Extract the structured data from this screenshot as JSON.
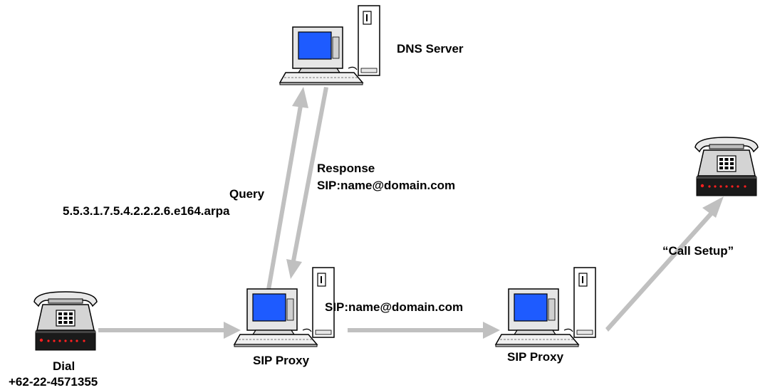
{
  "nodes": {
    "dns_server": {
      "label": "DNS Server"
    },
    "sip_proxy_1": {
      "label": "SIP Proxy"
    },
    "sip_proxy_2": {
      "label": "SIP Proxy"
    },
    "caller_phone": {
      "label_line1": "Dial",
      "label_line2": "+62-22-4571355"
    }
  },
  "edges": {
    "query": {
      "line1": "Query",
      "line2": "5.5.3.1.7.5.4.2.2.2.6.e164.arpa"
    },
    "response": {
      "line1": "Response",
      "line2": "SIP:name@domain.com"
    },
    "forward": {
      "label": "SIP:name@domain.com"
    },
    "call_setup": {
      "label": "“Call Setup”"
    }
  },
  "colors": {
    "arrow": "#c0c0c0",
    "screen": "#1e5bff",
    "outline": "#000000",
    "phone_body": "#d4d4d4",
    "phone_base": "#1a1a1a",
    "led": "#ff2020"
  },
  "icons": {
    "computer": "desktop-computer-icon",
    "phone": "telephone-icon"
  }
}
